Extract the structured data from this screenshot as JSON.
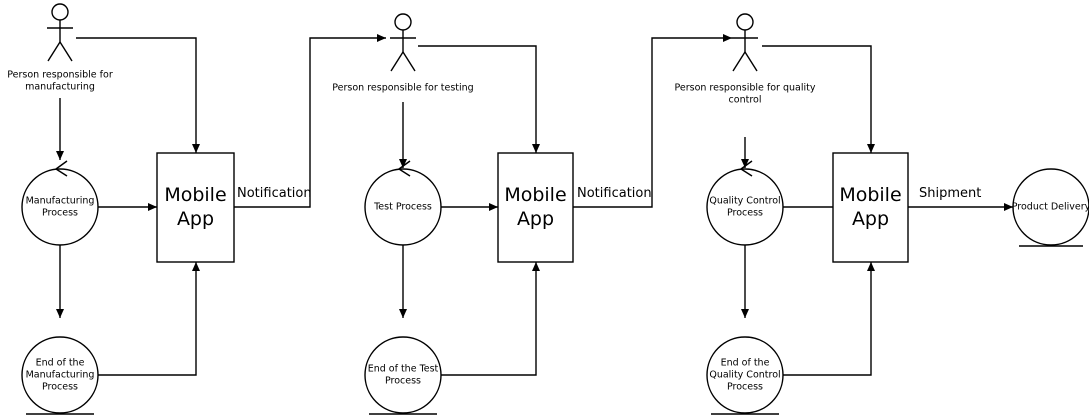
{
  "actors": [
    {
      "lines": [
        "Person responsible for",
        "manufacturing"
      ]
    },
    {
      "lines": [
        "Person responsible for testing"
      ]
    },
    {
      "lines": [
        "Person responsible for quality",
        "control"
      ]
    }
  ],
  "processes": [
    {
      "lines": [
        "Manufacturing",
        "Process"
      ]
    },
    {
      "lines": [
        "Test Process"
      ]
    },
    {
      "lines": [
        "Quality Control",
        "Process"
      ]
    }
  ],
  "end_states": [
    {
      "lines": [
        "End of the",
        "Manufacturing",
        "Process"
      ]
    },
    {
      "lines": [
        "End of the Test",
        "Process"
      ]
    },
    {
      "lines": [
        "End of the",
        "Quality Control",
        "Process"
      ]
    }
  ],
  "apps": [
    {
      "lines": [
        "Mobile",
        "App"
      ]
    },
    {
      "lines": [
        "Mobile",
        "App"
      ]
    },
    {
      "lines": [
        "Mobile",
        "App"
      ]
    }
  ],
  "flow_labels": [
    "Notification",
    "Notification",
    "Shipment"
  ],
  "final_node": {
    "lines": [
      "Product Delivery"
    ]
  }
}
